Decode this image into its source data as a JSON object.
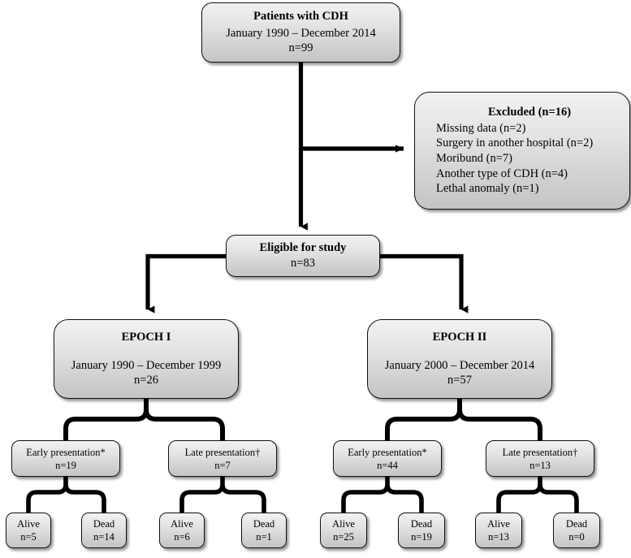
{
  "diagram": {
    "type": "flowchart",
    "title": "CDH patient cohort flow diagram",
    "style": {
      "box_fill_top": "#f2f2f2",
      "box_fill_bottom": "#c4c4c4",
      "box_border": "#111111",
      "connector_color": "#000000",
      "background": "#ffffff"
    }
  },
  "root": {
    "title": "Patients with CDH",
    "period": "January 1990 – December 2014",
    "count": "n=99"
  },
  "excluded": {
    "title": "Excluded (n=16)",
    "reasons": [
      "Missing data (n=2)",
      "Surgery in another hospital (n=2)",
      "Moribund (n=7)",
      "Another type of CDH (n=4)",
      "Lethal anomaly (n=1)"
    ]
  },
  "eligible": {
    "title": "Eligible for study",
    "count": "n=83"
  },
  "epochs": [
    {
      "title": "EPOCH I",
      "period": "January 1990 – December 1999",
      "count": "n=26",
      "groups": [
        {
          "label": "Early presentation*",
          "count": "n=19",
          "outcomes": [
            {
              "label": "Alive",
              "count": "n=5"
            },
            {
              "label": "Dead",
              "count": "n=14"
            }
          ]
        },
        {
          "label": "Late presentation†",
          "count": "n=7",
          "outcomes": [
            {
              "label": "Alive",
              "count": "n=6"
            },
            {
              "label": "Dead",
              "count": "n=1"
            }
          ]
        }
      ]
    },
    {
      "title": "EPOCH II",
      "period": "January 2000 – December 2014",
      "count": "n=57",
      "groups": [
        {
          "label": "Early presentation*",
          "count": "n=44",
          "outcomes": [
            {
              "label": "Alive",
              "count": "n=25"
            },
            {
              "label": "Dead",
              "count": "n=19"
            }
          ]
        },
        {
          "label": "Late presentation†",
          "count": "n=13",
          "outcomes": [
            {
              "label": "Alive",
              "count": "n=13"
            },
            {
              "label": "Dead",
              "count": "n=0"
            }
          ]
        }
      ]
    }
  ]
}
